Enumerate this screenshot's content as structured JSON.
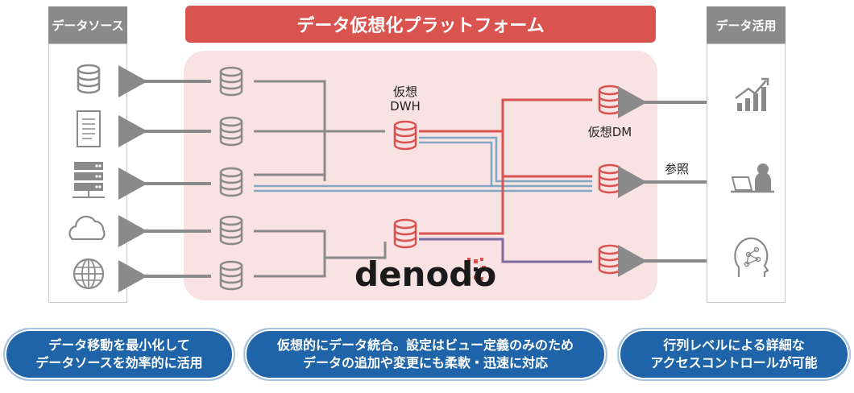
{
  "title": "データ仮想化プラットフォーム",
  "left_header": "データソース",
  "right_header": "データ活用",
  "labels": {
    "dwh_line1": "仮想",
    "dwh_line2": "DWH",
    "dm": "仮想DM",
    "ref": "参照"
  },
  "logo": "denodo",
  "pills": [
    {
      "line1": "データ移動を最小化して",
      "line2": "データソースを効率的に活用"
    },
    {
      "line1": "仮想的にデータ統合。設定はビュー定義のみのため",
      "line2": "データの追加や変更にも柔軟・迅速に対応"
    },
    {
      "line1": "行列レベルによる詳細な",
      "line2": "アクセスコントロールが可能"
    }
  ],
  "colors": {
    "title_red": "#d9534f",
    "platform_bg": "#f9e3e2",
    "gray": "#8a8a8a",
    "blue_line": "#7fa8c4",
    "purple_line": "#7b6aa6",
    "pill_blue": "#1f64a8"
  },
  "icons": {
    "sources": [
      "database-icon",
      "document-icon",
      "server-icon",
      "cloud-icon",
      "globe-icon"
    ],
    "consumers": [
      "chart-icon",
      "person-laptop-icon",
      "brain-icon"
    ]
  }
}
